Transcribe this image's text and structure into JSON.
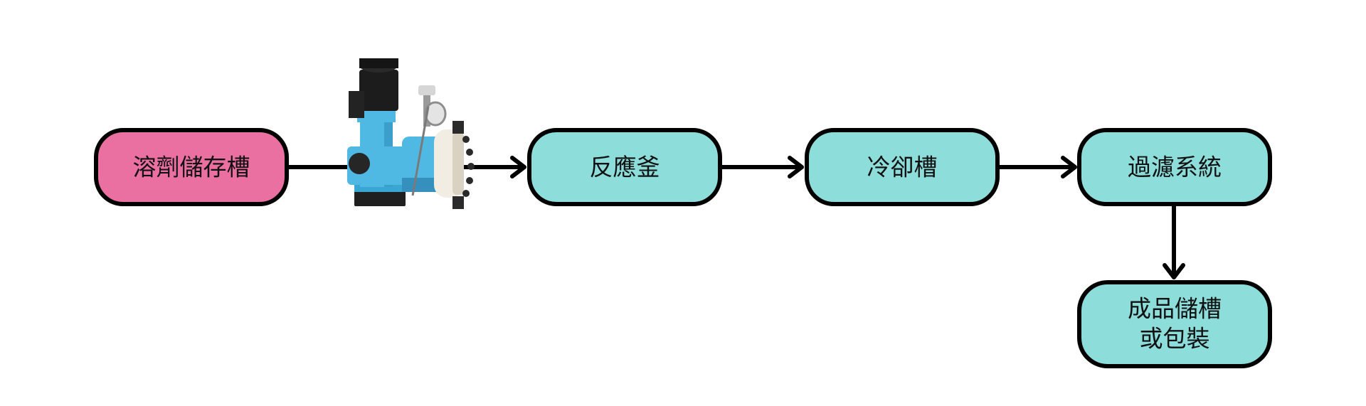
{
  "colors": {
    "source_fill": "#ea70a1",
    "process_fill": "#8ddddb",
    "border": "#000000",
    "pump_body": "#4fb9e3",
    "pump_head": "#f1ede3",
    "pump_motor": "#1c1c1c"
  },
  "nodes": {
    "solvent_tank": "溶劑儲存槽",
    "reactor": "反應釜",
    "cooling_tank": "冷卻槽",
    "filtration_system": "過濾系統",
    "product_storage_line1": "成品儲槽",
    "product_storage_line2": "或包裝"
  },
  "icons": {
    "pump": "diaphragm-metering-pump-icon"
  }
}
